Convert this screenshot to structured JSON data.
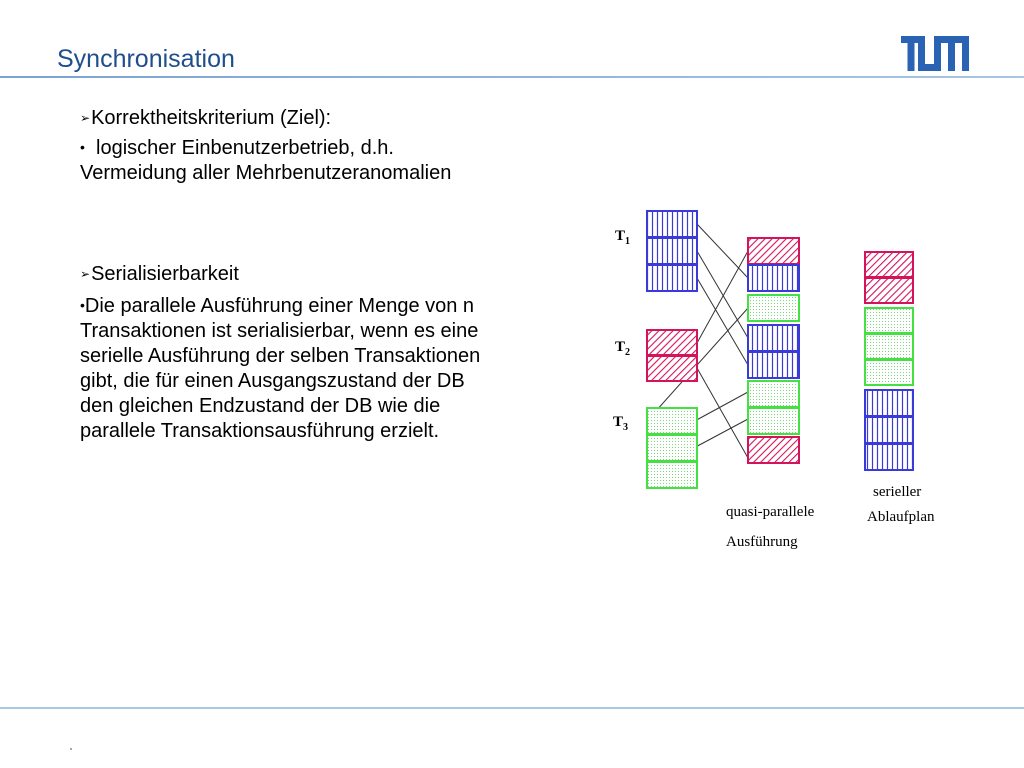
{
  "slide": {
    "title": "Synchronisation",
    "logo_text": "TUM"
  },
  "content": {
    "b1": {
      "marker": "➢",
      "text": "Korrektheitskriterium (Ziel):"
    },
    "b2": {
      "marker": "•",
      "line1": "logischer Einbenutzerbetrieb, d.h.",
      "line2": "Vermeidung aller Mehrbenutzeranomalien"
    },
    "b3": {
      "marker": "➢",
      "text": "Serialisierbarkeit"
    },
    "b4": {
      "marker": "•",
      "lines": [
        "Die parallele Ausführung einer Menge von n",
        "Transaktionen ist serialisierbar, wenn es eine",
        "serielle Ausführung der selben Transaktionen",
        "gibt, die für einen Ausgangszustand der DB",
        "den gleichen Endzustand der DB wie die",
        "parallele Transaktionsausführung erzielt."
      ]
    }
  },
  "figure": {
    "labels": {
      "t1": "T",
      "t1_sub": "1",
      "t2": "T",
      "t2_sub": "2",
      "t3": "T",
      "t3_sub": "3",
      "quasi_line1": "quasi-parallele",
      "quasi_line2": "Ausführung",
      "serial_line1": "serieller",
      "serial_line2": "Ablaufplan"
    },
    "colors": {
      "t1": "#3a3ad8",
      "t2": "#d4145a",
      "t3": "#44e044",
      "title": "#1f4e8c"
    },
    "quasi_parallel_order": [
      "T2",
      "T1",
      "T3",
      "T1",
      "T1",
      "T3",
      "T3",
      "T2"
    ],
    "serial_order": [
      "T2",
      "T2",
      "T3",
      "T3",
      "T3",
      "T1",
      "T1",
      "T1"
    ]
  }
}
